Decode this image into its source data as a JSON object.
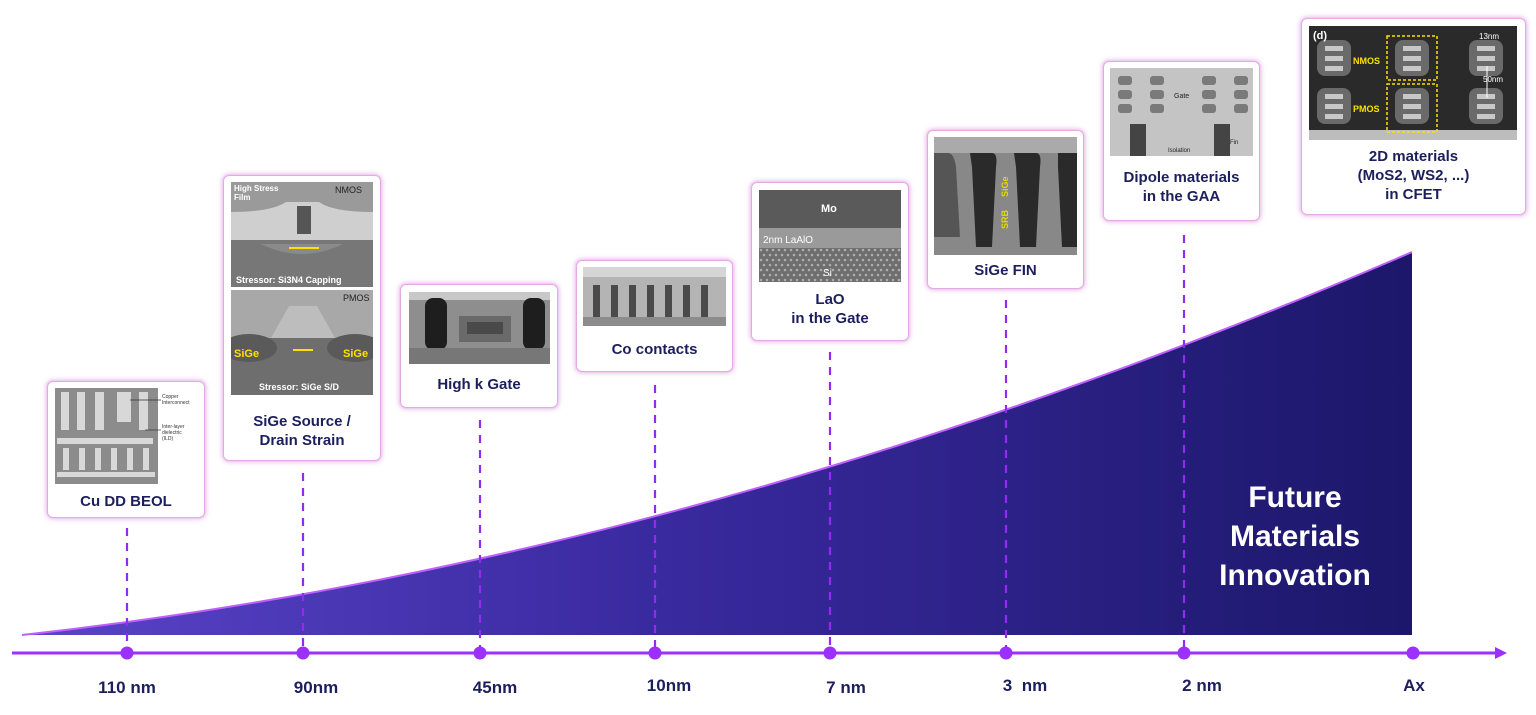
{
  "colors": {
    "accent": "#9b30ff",
    "area_dark": "#1f1a6e",
    "area_light": "#4a3ab8",
    "text": "#1c1f5c"
  },
  "ramp_label": "Future\nMaterials\nInnovation",
  "nodes": [
    "110 nm",
    "90nm",
    "45nm",
    "10nm",
    "7 nm",
    "3  nm",
    "2 nm",
    "Ax"
  ],
  "cards": [
    {
      "caption": "Cu DD BEOL",
      "img_labels": [
        "Copper\nInterconnect",
        "Inter-layer\ndielectric\n(ILD)"
      ]
    },
    {
      "caption": "SiGe Source /\nDrain Strain",
      "img_labels": [
        "High Stress\nFilm",
        "NMOS",
        "Stressor: Si3N4 Capping",
        "PMOS",
        "SiGe",
        "SiGe",
        "Stressor: SiGe S/D"
      ]
    },
    {
      "caption": "High k Gate",
      "img_labels": []
    },
    {
      "caption": "Co contacts",
      "img_labels": []
    },
    {
      "caption": "LaO\nin the Gate",
      "img_labels": [
        "Mo",
        "2nm LaAlO",
        "Si"
      ]
    },
    {
      "caption": "SiGe FIN",
      "img_labels": [
        "SiGe",
        "SRB"
      ]
    },
    {
      "caption": "Dipole materials\nin the GAA",
      "img_labels": [
        "Gate",
        "Isolation",
        "Fin"
      ]
    },
    {
      "caption": "2D materials\n(MoS2, WS2, ...)\nin CFET",
      "img_labels": [
        "(d)",
        "NMOS",
        "PMOS",
        "13nm",
        "50nm"
      ]
    }
  ]
}
